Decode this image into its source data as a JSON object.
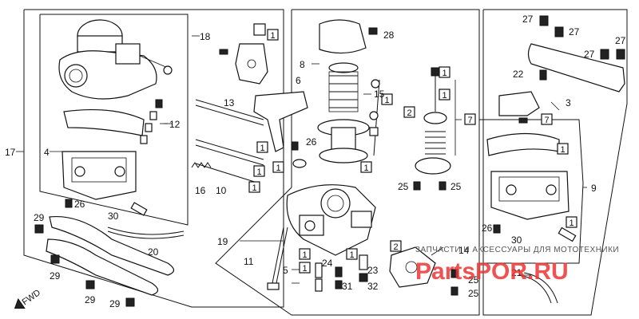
{
  "labels": {
    "l1": "1",
    "l2": "2",
    "l3": "3",
    "l4": "4",
    "l5": "5",
    "l6": "6",
    "l7": "7",
    "l8": "8",
    "l9": "9",
    "l10": "10",
    "l11": "11",
    "l12": "12",
    "l13": "13",
    "l14": "14",
    "l15": "15",
    "l16": "16",
    "l17": "17",
    "l18": "18",
    "l19": "19",
    "l20": "20",
    "l21": "21",
    "l22": "22",
    "l23": "23",
    "l24": "24",
    "l25": "25",
    "l26": "26",
    "l27": "27",
    "l28": "28",
    "l29": "29",
    "l30": "30",
    "l31": "31",
    "l32": "32"
  },
  "fwd": "FWD",
  "watermark": {
    "brand": "PartsPOR.RU",
    "tagline": "ЗАПЧАСТИ И АКСЕССУАРЫ ДЛЯ МОТОТЕХНИКИ"
  }
}
